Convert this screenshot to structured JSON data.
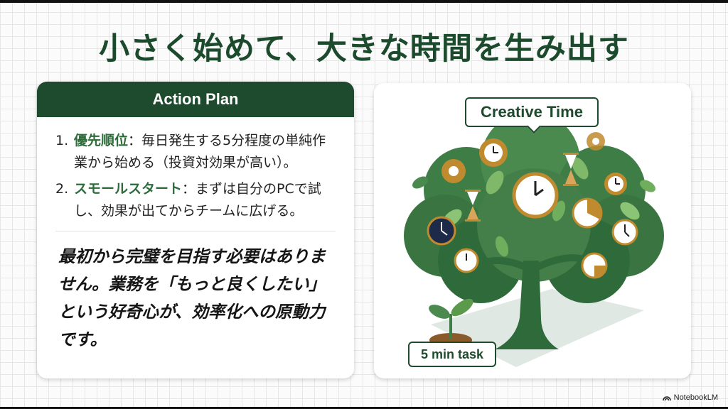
{
  "slide": {
    "title": "小さく始めて、大きな時間を生み出す"
  },
  "action_plan": {
    "header": "Action Plan",
    "items": [
      {
        "number": "1.",
        "key": "優先順位",
        "separator": "：",
        "text": "毎日発生する5分程度の単純作業から始める（投資対効果が高い）。"
      },
      {
        "number": "2.",
        "key": "スモールスタート",
        "separator": "：",
        "text": "まずは自分のPCで試し、効果が出てからチームに広げる。"
      }
    ],
    "quote": "最初から完璧を目指す必要はありません。業務を「もっと良くしたい」という好奇心が、効率化への原動力です。"
  },
  "illustration": {
    "top_label": "Creative Time",
    "bottom_label": "5 min task",
    "icons": [
      "clock-icon",
      "gear-icon",
      "hourglass-icon",
      "stopwatch-icon",
      "sprout-icon",
      "tree-icon"
    ]
  },
  "colors": {
    "primary_green": "#1e4a2e",
    "accent_green": "#2d6b3a",
    "leaf_green": "#5a9a4a",
    "gold": "#c08a2e"
  },
  "branding": {
    "label": "NotebookLM"
  }
}
